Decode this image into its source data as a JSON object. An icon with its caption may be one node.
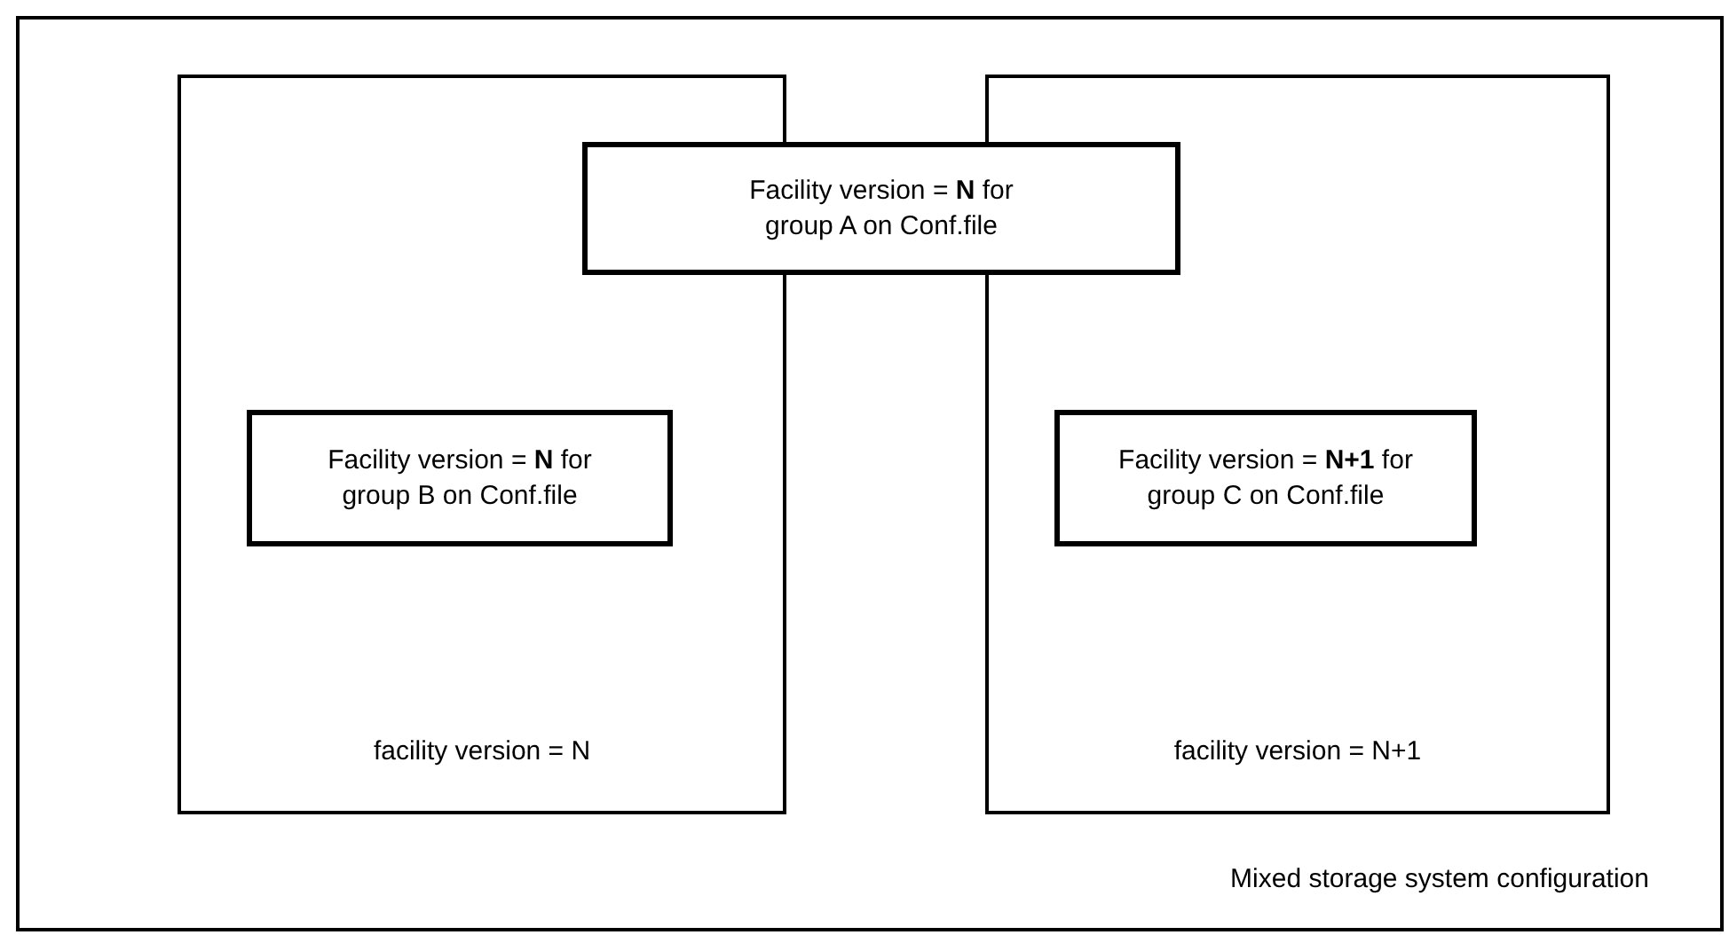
{
  "diagram": {
    "nodes": [
      {
        "text": [
          "Mixed storage system configuration"
        ]
      },
      {
        "text": [
          "facility version = N"
        ],
        "in": 0
      },
      {
        "text": [
          "facility version = N+1"
        ],
        "in": 0
      },
      {
        "text": [
          "Facility version = **N** for group A on Conf.file"
        ],
        "in": 0
      },
      {
        "text": [
          "Facility version = **N** for group B on Conf.file"
        ],
        "in": 1
      },
      {
        "text": [
          "Facility version = **N+1** for group C on Conf.file"
        ],
        "in": 2
      }
    ]
  }
}
